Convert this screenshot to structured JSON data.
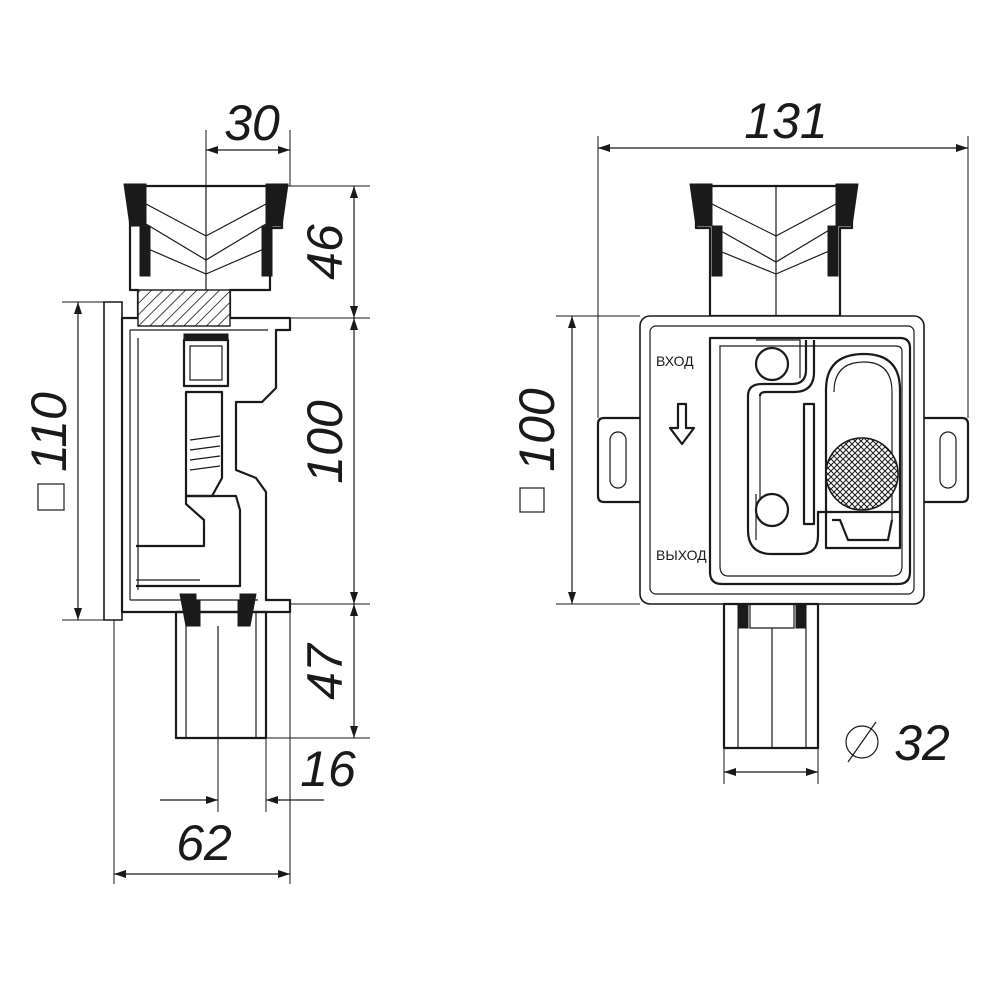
{
  "dimensions": {
    "left_view": {
      "top_width": "30",
      "inlet_height": "46",
      "body_height": "100",
      "outlet_height": "47",
      "outlet_offset": "16",
      "depth": "62",
      "square_size": "110"
    },
    "right_view": {
      "overall_width": "131",
      "square_size": "100",
      "outlet_diameter": "32"
    }
  },
  "labels": {
    "inlet": "ВХОД",
    "outlet": "ВЫХОД"
  },
  "symbols": {
    "square": "□",
    "diameter": "⌀"
  },
  "colors": {
    "ink": "#1a1a1a",
    "paper": "#ffffff"
  }
}
